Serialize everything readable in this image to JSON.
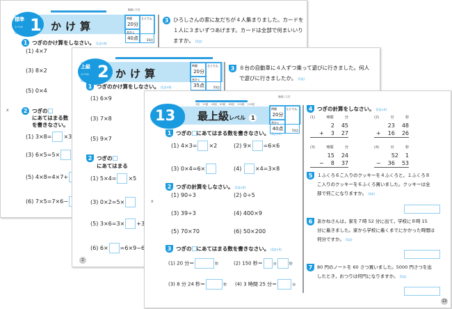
{
  "common": {
    "ruler_labels": [
      "1回",
      "20回",
      "40回",
      "60回",
      "80回",
      "100回",
      "120回"
    ],
    "study_date": "勉強した日",
    "month": "月",
    "day": "日",
    "time_label": "時間",
    "time": "20分",
    "pass_label": "合かく",
    "score_label": "とくてん",
    "max": "50点"
  },
  "page1": {
    "level": "標準",
    "level_sub": "レベル",
    "number": "1",
    "title": "かけ算",
    "pass": "40点",
    "q1": {
      "num": "1",
      "text": "つぎのかけ算をしなさい。",
      "pts": "(1点×6)",
      "items": [
        "(1) 4×7",
        "(3) 8×2",
        "(5) 0×4"
      ]
    },
    "q2": {
      "num": "2",
      "text": "つぎの",
      "text2": "にあてはまる数を書きなさい。",
      "items": [
        [
          "(1) 3×8=",
          "×3"
        ],
        [
          "(3) 6×5=5×",
          ""
        ],
        [
          "(5) 4×8=4×7+",
          ""
        ],
        [
          "(6) 7×5=7×6−",
          ""
        ]
      ]
    },
    "q3": {
      "num": "3",
      "lines": [
        "ひろしさんの家に友だちが４人集まりました。カードを",
        "１人に３まいずつあげます。カードは全部で何まいいり",
        "ますか。"
      ],
      "pts": "(5点)"
    },
    "margin_mark": "x"
  },
  "page2": {
    "level": "上級",
    "level_sub": "レベル",
    "number": "2",
    "title": "かけ算",
    "pass": "35点",
    "q1": {
      "num": "1",
      "text": "つぎのかけ算をしなさい。",
      "pts": "(1点×6)",
      "items": [
        "(1) 6×9",
        "(3) 7×8",
        "(5) 9×7"
      ]
    },
    "q2": {
      "num": "2",
      "text": "つぎの",
      "text2": "にあてはまる",
      "items": [
        [
          "(1) 5×4=",
          "×5"
        ],
        [
          "(3) 0×2=5×",
          ""
        ],
        [
          "(5) 3×6=3×",
          "+3"
        ],
        [
          "(6) 6×",
          "=6×9−6"
        ]
      ]
    },
    "q3": {
      "num": "3",
      "lines": [
        "８台の自動車に４人ずつ乗って遊びに行きました。何人",
        "で遊びに行きましたか。"
      ],
      "pts": "(5点)"
    },
    "page_number": "2"
  },
  "page3": {
    "number": "13",
    "title": "最上級",
    "title_sub": "レベル",
    "title_no": "1",
    "pass": "40点",
    "q1": {
      "num": "1",
      "text": "つぎの",
      "text2": "にあてはまる数を書きなさい。",
      "pts": "(2点×4)",
      "items": [
        [
          "(1) 4×3=",
          "×2"
        ],
        [
          "(2) 9×",
          "=6×6"
        ],
        [
          "(3) 0×4=6×",
          ""
        ],
        [
          "(4) ",
          "×4=3×8"
        ]
      ]
    },
    "q2": {
      "num": "2",
      "text": "つぎの計算をしなさい。",
      "pts": "(1点×6)",
      "items": [
        "(1) 90÷3",
        "(2) 0÷5",
        "(3) 39÷3",
        "(4) 400×9",
        "(5) 70×70",
        "(6) 50×200"
      ]
    },
    "q3": {
      "num": "3",
      "text": "つぎの",
      "text2": "にあてはまる数を書きなさい。",
      "pts": "(2点×4)",
      "items": [
        [
          "(1) 20 分＝",
          "秒"
        ],
        [
          "(2) 150 秒＝",
          "分",
          "秒"
        ],
        [
          "(3) 8 分 24 秒＝",
          "秒"
        ],
        [
          "(4) 3 時間 25 分＝",
          "分"
        ]
      ]
    },
    "q4": {
      "num": "4",
      "text": "つぎの計算をしなさい。",
      "pts": "(2点×4)",
      "items": [
        {
          "label": "(1)",
          "u1": "時間",
          "u2": "分",
          "a": [
            "2",
            "45"
          ],
          "op": "+",
          "b": [
            "3",
            "27"
          ]
        },
        {
          "label": "(2)",
          "u1": "分",
          "u2": "秒",
          "a": [
            "23",
            "48"
          ],
          "op": "+",
          "b": [
            "16",
            "26"
          ]
        },
        {
          "label": "(3)",
          "u1": "時間",
          "u2": "分",
          "a": [
            "15",
            "24"
          ],
          "op": "−",
          "b": [
            "8",
            "37"
          ]
        },
        {
          "label": "(4)",
          "u1": "分",
          "u2": "秒",
          "a": [
            "52",
            "1"
          ],
          "op": "−",
          "b": [
            "36",
            "53"
          ]
        }
      ]
    },
    "q5": {
      "num": "5",
      "lines": [
        "１ふくろ６こ入りのクッキーを４ふくろと，１ふくろ８",
        "こ入りのクッキーを６ふくろ買いました。クッキーは全",
        "部で何こになりますか。"
      ],
      "pts": "(4点)"
    },
    "q6": {
      "num": "6",
      "lines": [
        "あかねさんは，家を７時 52 分に出て，学校に８時 15",
        "分に着きました。家から学校に着くまでにかかった時間は",
        "何分ですか。"
      ],
      "pts": "(5点)"
    },
    "q7": {
      "num": "7",
      "lines": [
        "80 円のノートを 60 さつ買いました。5000 円さつを出",
        "したとき，おつりは何円になりますか。"
      ],
      "pts": "(5点)"
    },
    "page_number": "13",
    "margin_mark": "x"
  }
}
